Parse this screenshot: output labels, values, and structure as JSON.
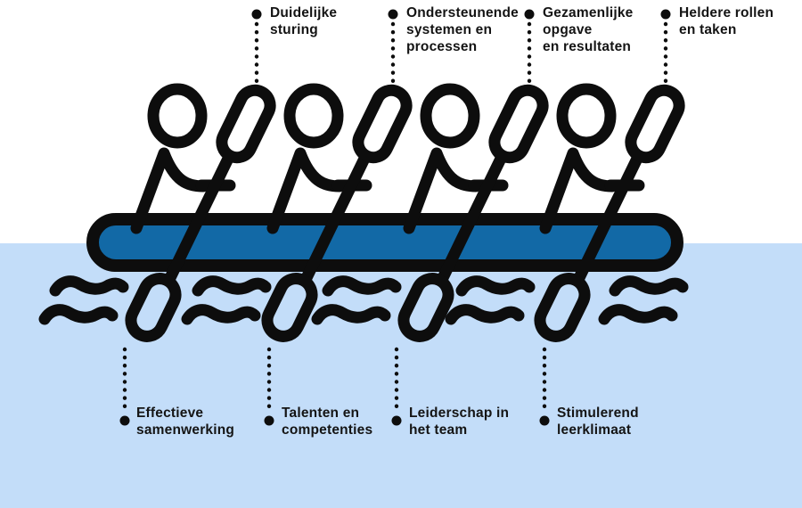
{
  "diagram": {
    "subject": "rowing-team-metaphor",
    "colors": {
      "outline": "#0d0d0d",
      "hull_blue": "#1269a6",
      "water_blue": "#c3ddf9",
      "label_text": "#141414",
      "background": "#ffffff"
    },
    "top_labels": [
      {
        "text": "Duidelijke\nsturing"
      },
      {
        "text": "Ondersteunende\nsystemen en\nprocessen"
      },
      {
        "text": "Gezamenlijke\nopgave\nen resultaten"
      },
      {
        "text": "Heldere rollen\nen taken"
      }
    ],
    "bottom_labels": [
      {
        "text": "Effectieve\nsamenwerking"
      },
      {
        "text": "Talenten en\ncompetenties"
      },
      {
        "text": "Leiderschap in\nhet team"
      },
      {
        "text": "Stimulerend\nleerklimaat"
      }
    ]
  }
}
